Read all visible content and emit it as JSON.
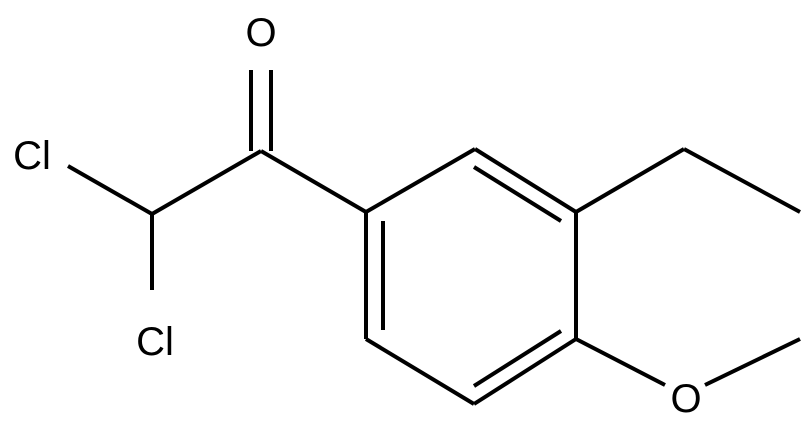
{
  "molecule": {
    "atoms": {
      "carbonyl_oxygen": "O",
      "chlorine_upper": "Cl",
      "chlorine_lower": "Cl",
      "methoxy_oxygen": "O"
    },
    "colors": {
      "bond": "#000000",
      "label": "#000000",
      "background": "#ffffff"
    }
  }
}
